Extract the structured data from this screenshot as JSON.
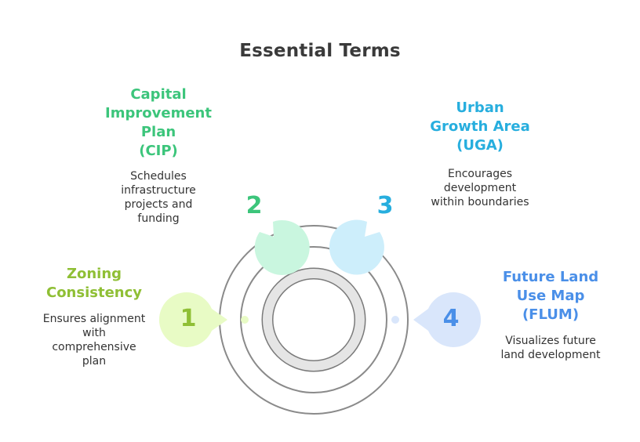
{
  "title": "Essential Terms",
  "items": [
    {
      "number": "1",
      "title_lines": [
        "Zoning",
        "Consistency"
      ],
      "desc_lines": [
        "Ensures alignment",
        "with",
        "comprehensive",
        "plan"
      ],
      "color": "#8fbf35",
      "fill": "#e8fbc5"
    },
    {
      "number": "2",
      "title_lines": [
        "Capital",
        "Improvement",
        "Plan",
        "(CIP)"
      ],
      "desc_lines": [
        "Schedules",
        "infrastructure",
        "projects and",
        "funding"
      ],
      "color": "#3cc57b",
      "fill": "#c9f6df"
    },
    {
      "number": "3",
      "title_lines": [
        "Urban",
        "Growth Area",
        "(UGA)"
      ],
      "desc_lines": [
        "Encourages",
        "development",
        "within boundaries"
      ],
      "color": "#27aede",
      "fill": "#cdeefb"
    },
    {
      "number": "4",
      "title_lines": [
        "Future Land",
        "Use Map",
        "(FLUM)"
      ],
      "desc_lines": [
        "Visualizes future",
        "land development"
      ],
      "color": "#4a8fe8",
      "fill": "#d9e6fb"
    }
  ]
}
